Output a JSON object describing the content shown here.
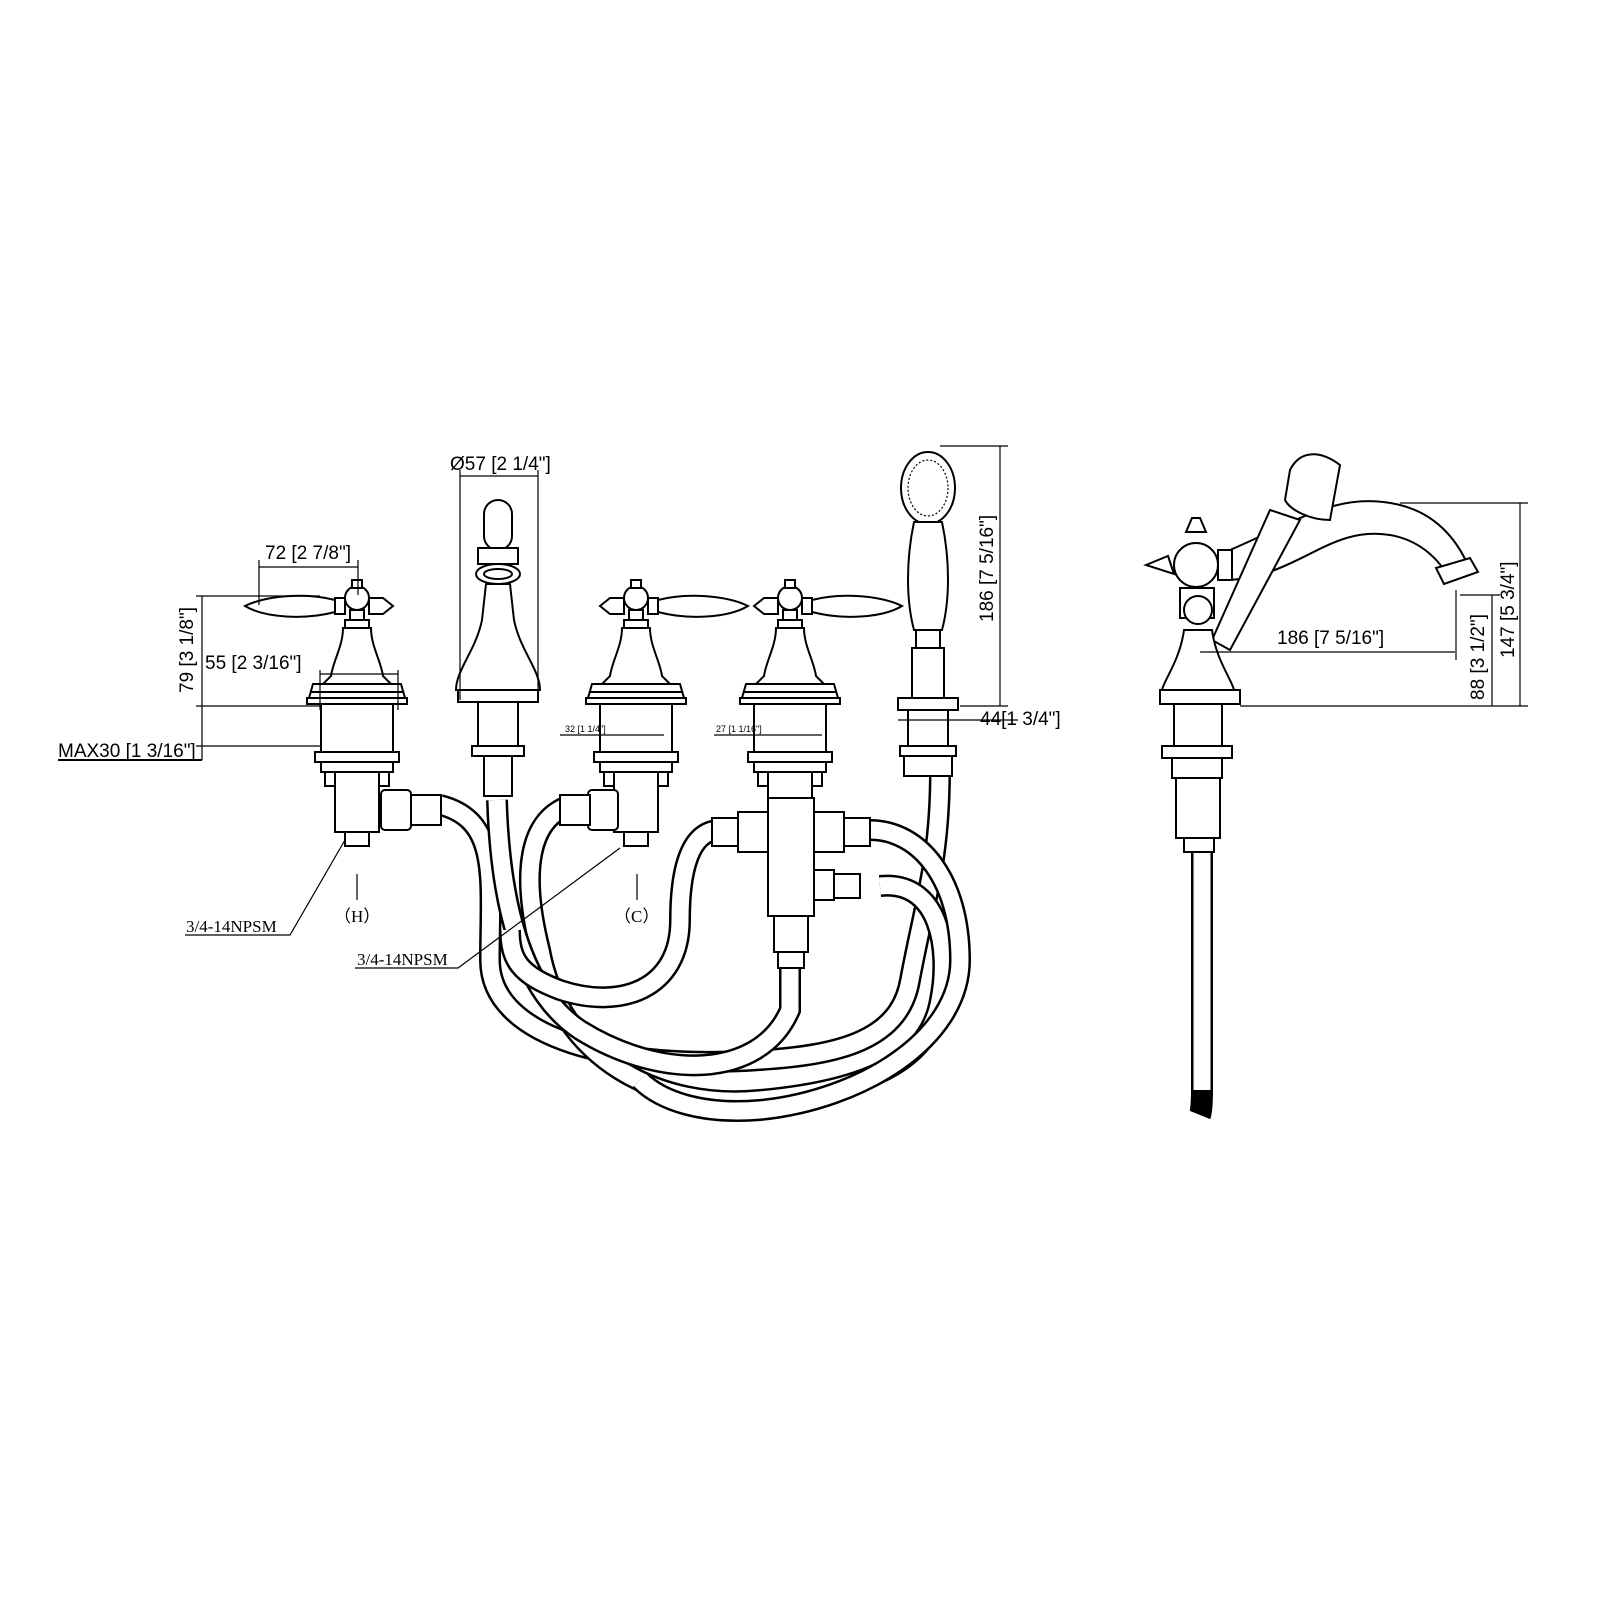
{
  "dimensions": {
    "handle_width": "72 [2 7/8\"]",
    "handle_height": "79 [3 1/8\"]",
    "escutcheon_width": "55 [2 3/16\"]",
    "max_deck": "MAX30 [1 3/16\"]",
    "spout_diameter": "Ø57 [2 1/4\"]",
    "shank_cold": "32 [1 1/4\"]",
    "shank_diverter": "27 [1 1/16\"]",
    "handshower_height": "186 [7 5/16\"]",
    "handshower_base": "44[1 3/4\"]",
    "spout_reach": "186 [7 5/16\"]",
    "spout_clearance": "88 [3 1/2\"]",
    "spout_height": "147 [5 3/4\"]"
  },
  "labels": {
    "hot": "（H）",
    "cold": "（C）",
    "thread_hot": "3/4-14NPSM",
    "thread_cold": "3/4-14NPSM"
  }
}
